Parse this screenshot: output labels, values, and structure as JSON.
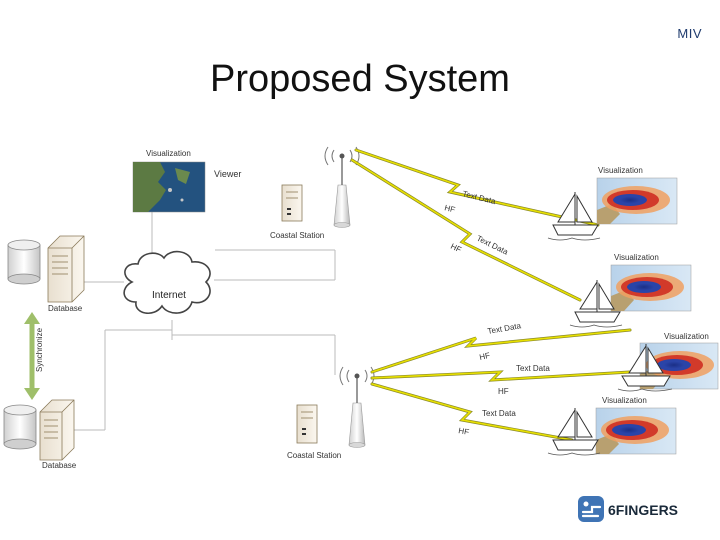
{
  "slide": {
    "corner_label": "MIV",
    "title": "Proposed System"
  },
  "labels": {
    "visualization": "Visualization",
    "viewer": "Viewer",
    "coastal_station": "Coastal Station",
    "database": "Database",
    "internet": "Internet",
    "synchronize": "Synchronize",
    "text_data": "Text Data",
    "hf": "HF"
  },
  "logo": {
    "text": "6FINGERS"
  },
  "colors": {
    "link_yellow": "#e8e000",
    "link_olive": "#8a8a2a",
    "sync_green": "#9fbf6a",
    "line_gray": "#bbbbbb",
    "logo_blue": "#3f74b5"
  }
}
